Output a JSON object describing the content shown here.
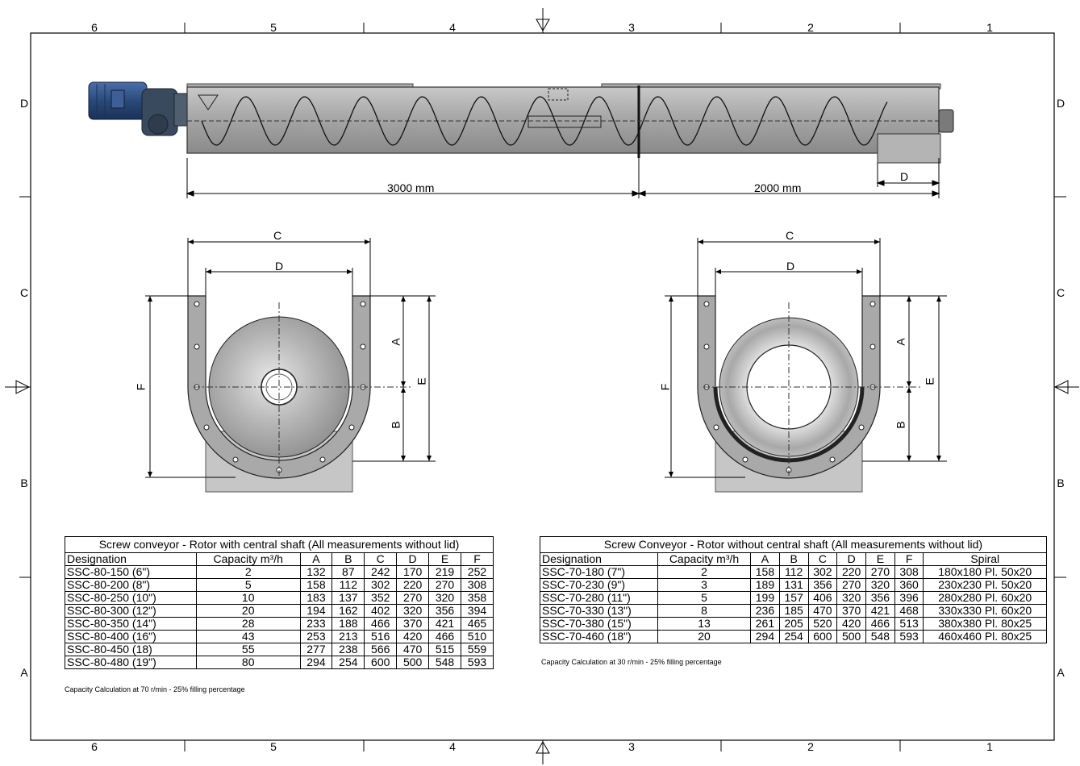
{
  "frame": {
    "columns": [
      "6",
      "5",
      "4",
      "3",
      "2",
      "1"
    ],
    "rows": [
      "D",
      "C",
      "B",
      "A"
    ]
  },
  "top_view": {
    "dims": {
      "left": "3000 mm",
      "right": "2000 mm",
      "end": "D"
    }
  },
  "section_left": {
    "labels": {
      "c": "C",
      "d": "D",
      "a": "A",
      "b": "B",
      "e": "E",
      "f": "F"
    }
  },
  "section_right": {
    "labels": {
      "c": "C",
      "d": "D",
      "a": "A",
      "b": "B",
      "e": "E",
      "f": "F"
    }
  },
  "table_left": {
    "caption": "Screw conveyor - Rotor with central shaft (All measurements without lid)",
    "headers": [
      "Designation",
      "Capacity m³/h",
      "A",
      "B",
      "C",
      "D",
      "E",
      "F"
    ],
    "rows": [
      [
        "SSC-80-150 (6\")",
        "2",
        "132",
        "87",
        "242",
        "170",
        "219",
        "252"
      ],
      [
        "SSC-80-200 (8\")",
        "5",
        "158",
        "112",
        "302",
        "220",
        "270",
        "308"
      ],
      [
        "SSC-80-250 (10\")",
        "10",
        "183",
        "137",
        "352",
        "270",
        "320",
        "358"
      ],
      [
        "SSC-80-300 (12\")",
        "20",
        "194",
        "162",
        "402",
        "320",
        "356",
        "394"
      ],
      [
        "SSC-80-350 (14\")",
        "28",
        "233",
        "188",
        "466",
        "370",
        "421",
        "465"
      ],
      [
        "SSC-80-400 (16\")",
        "43",
        "253",
        "213",
        "516",
        "420",
        "466",
        "510"
      ],
      [
        "SSC-80-450 (18)",
        "55",
        "277",
        "238",
        "566",
        "470",
        "515",
        "559"
      ],
      [
        "SSC-80-480 (19\")",
        "80",
        "294",
        "254",
        "600",
        "500",
        "548",
        "593"
      ]
    ],
    "note": "Capacity Calculation at 70 r/min - 25% filling percentage"
  },
  "table_right": {
    "caption": "Screw Conveyor - Rotor without central shaft (All measurements without lid)",
    "headers": [
      "Designation",
      "Capacity m³/h",
      "A",
      "B",
      "C",
      "D",
      "E",
      "F",
      "Spiral"
    ],
    "rows": [
      [
        "SSC-70-180 (7\")",
        "2",
        "158",
        "112",
        "302",
        "220",
        "270",
        "308",
        "180x180 Pl. 50x20"
      ],
      [
        "SSC-70-230 (9\")",
        "3",
        "189",
        "131",
        "356",
        "270",
        "320",
        "360",
        "230x230 Pl. 50x20"
      ],
      [
        "SSC-70-280 (11\")",
        "5",
        "199",
        "157",
        "406",
        "320",
        "356",
        "396",
        "280x280 Pl. 60x20"
      ],
      [
        "SSC-70-330 (13\")",
        "8",
        "236",
        "185",
        "470",
        "370",
        "421",
        "468",
        "330x330 Pl. 60x20"
      ],
      [
        "SSC-70-380 (15\")",
        "13",
        "261",
        "205",
        "520",
        "420",
        "466",
        "513",
        "380x380 Pl. 80x25"
      ],
      [
        "SSC-70-460 (18\")",
        "20",
        "294",
        "254",
        "600",
        "500",
        "548",
        "593",
        "460x460 Pl. 80x25"
      ]
    ],
    "note": "Capacity Calculation at 30 r/min - 25% filling percentage"
  },
  "colors": {
    "trough": "#9c9c9c",
    "trough_dark": "#6a6a6a",
    "motor": "#2a4a7a",
    "gearbox": "#3c4a58",
    "line": "#000000"
  }
}
